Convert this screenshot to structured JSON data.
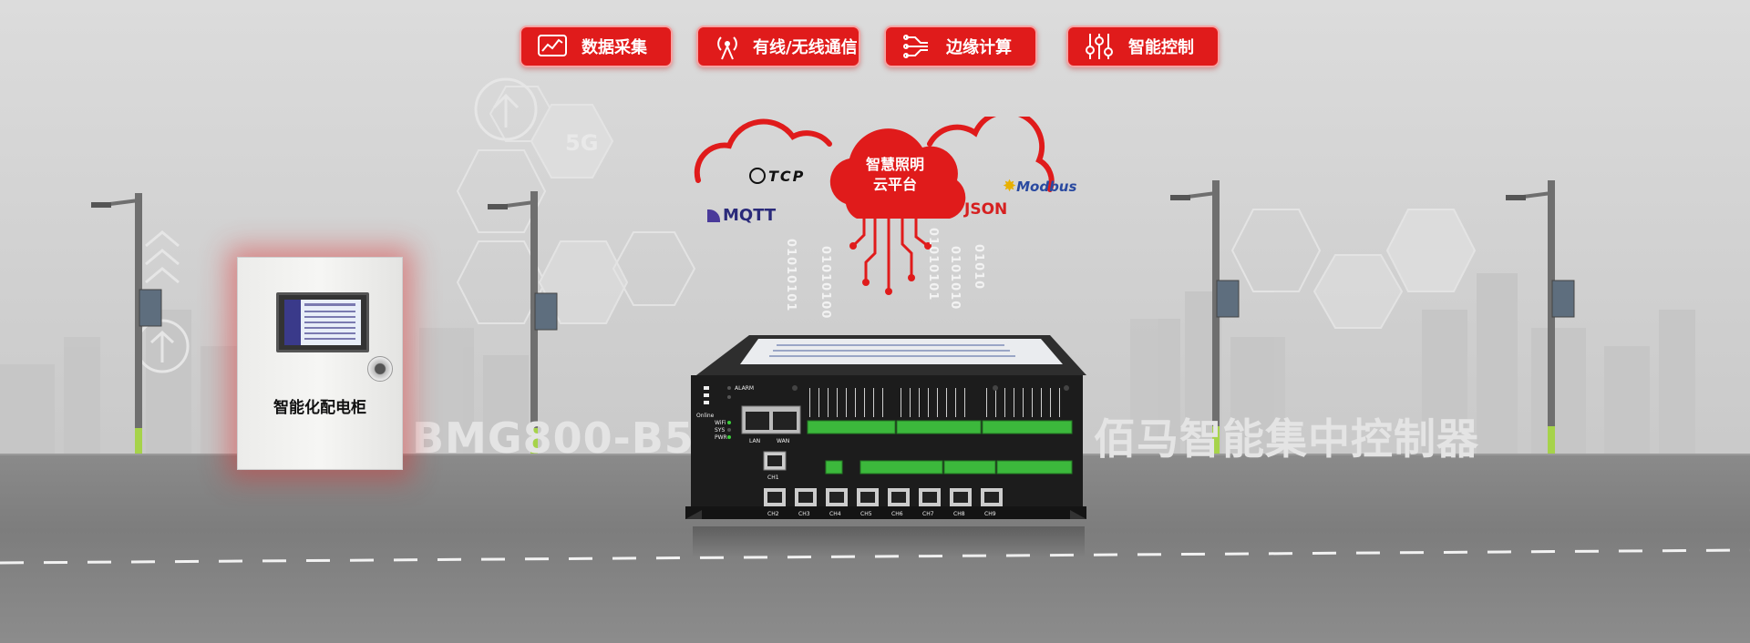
{
  "features": [
    {
      "label": "数据采集",
      "icon": "chart-line-icon"
    },
    {
      "label": "有线/无线通信",
      "icon": "wireless-tower-icon"
    },
    {
      "label": "边缘计算",
      "icon": "circuit-icon"
    },
    {
      "label": "智能控制",
      "icon": "sliders-icon"
    }
  ],
  "cloud": {
    "line1": "智慧照明",
    "line2": "云平台"
  },
  "protocols": {
    "tcp": "TCP",
    "mqtt": "MQTT",
    "json": "JSON",
    "modbus": "Modbus"
  },
  "binary": [
    "01010101",
    "01010100",
    "0101010",
    "01010"
  ],
  "cabinet": {
    "label": "智能化配电柜"
  },
  "watermark": {
    "left": "BMG800-B5",
    "right": "佰马智能集中控制器"
  },
  "device": {
    "indicators": [
      "ALARM",
      "Online",
      "WiFi",
      "SYS",
      "PWR"
    ],
    "ports": [
      "LAN",
      "WAN"
    ],
    "channels": [
      "CH1",
      "CH2",
      "CH3",
      "CH4",
      "CH5",
      "CH6",
      "CH7",
      "CH8",
      "CH9"
    ]
  },
  "colors": {
    "brand_red": "#e01b1b",
    "road": "#808080",
    "sky": "#d3d3d3"
  }
}
